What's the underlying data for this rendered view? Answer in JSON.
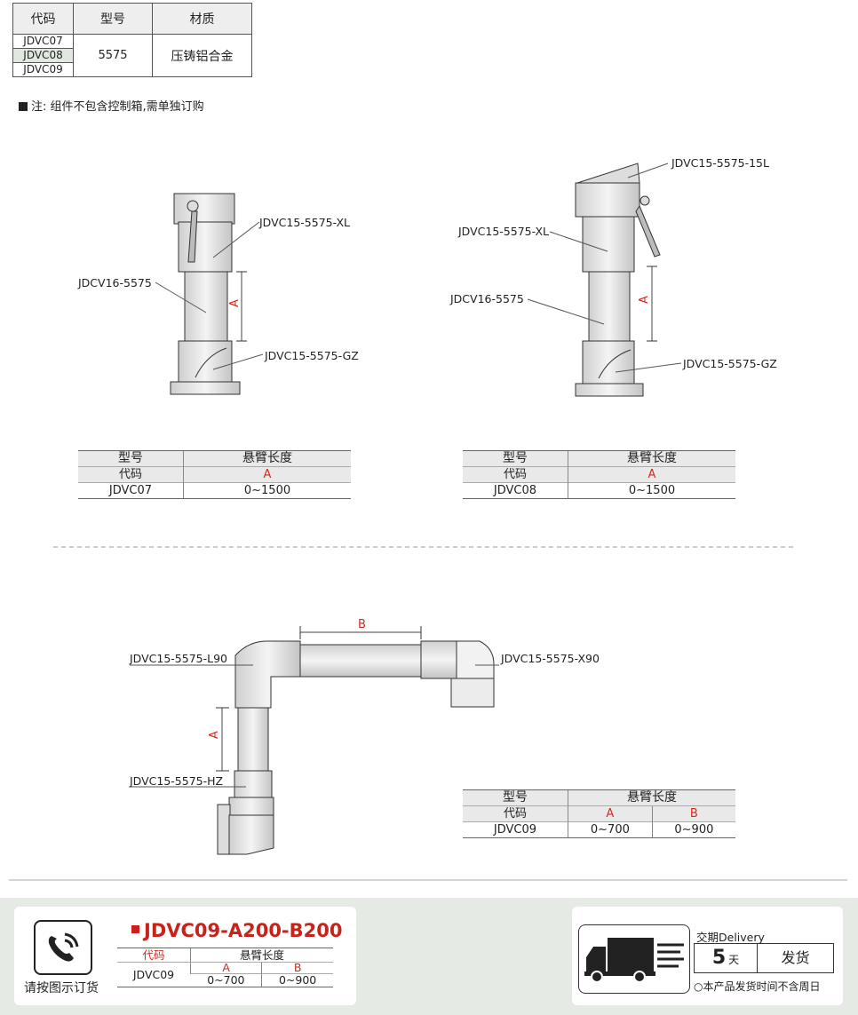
{
  "material_table": {
    "headers": [
      "代码",
      "型号",
      "材质"
    ],
    "codes": [
      "JDVC07",
      "JDVC08",
      "JDVC09"
    ],
    "model": "5575",
    "material": "压铸铝合金"
  },
  "note": "注: 组件不包含控制箱,需单独订购",
  "figure1": {
    "labels": {
      "xl": "JDVC15-5575-XL",
      "tube": "JDCV16-5575",
      "gz": "JDVC15-5575-GZ",
      "dim": "A"
    }
  },
  "figure2": {
    "labels": {
      "top": "JDVC15-5575-15L",
      "xl": "JDVC15-5575-XL",
      "tube": "JDCV16-5575",
      "gz": "JDVC15-5575-GZ",
      "dim": "A"
    }
  },
  "table1": {
    "header": [
      "型号",
      "悬臂长度"
    ],
    "sub": [
      "代码",
      "A"
    ],
    "row": [
      "JDVC07",
      "0~1500"
    ]
  },
  "table2": {
    "header": [
      "型号",
      "悬臂长度"
    ],
    "sub": [
      "代码",
      "A"
    ],
    "row": [
      "JDVC08",
      "0~1500"
    ]
  },
  "figure3": {
    "labels": {
      "l90": "JDVC15-5575-L90",
      "x90": "JDVC15-5575-X90",
      "hz": "JDVC15-5575-HZ",
      "dim_a": "A",
      "dim_b": "B"
    }
  },
  "table3": {
    "header": [
      "型号",
      "悬臂长度"
    ],
    "sub": [
      "代码",
      "A",
      "B"
    ],
    "row": [
      "JDVC09",
      "0~700",
      "0~900"
    ]
  },
  "order": {
    "caption": "请按图示订货",
    "code": "JDVC09-A200-B200",
    "table": {
      "header": [
        "代码",
        "悬臂长度"
      ],
      "sub": [
        "A",
        "B"
      ],
      "row": [
        "JDVC09",
        "0~700",
        "0~900"
      ]
    }
  },
  "delivery": {
    "title": "交期Delivery",
    "days": "5",
    "unit": "天",
    "action": "发货",
    "footnote": "○本产品发货时间不含周日"
  },
  "colors": {
    "accent_red": "#d32a1c",
    "bar_bg": "#e5ebe4"
  }
}
